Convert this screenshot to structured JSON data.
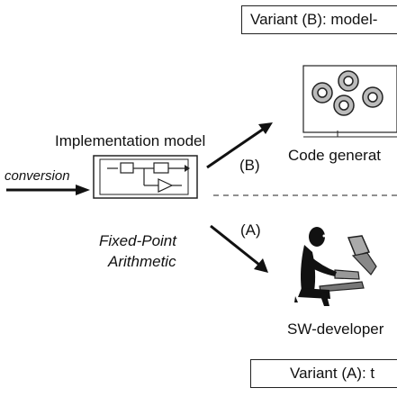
{
  "variant_b_label": "Variant (B): model-",
  "variant_a_label": "Variant (A): t",
  "implementation_model": "Implementation model",
  "conversion": "conversion",
  "fixed_point_line1": "Fixed-Point",
  "fixed_point_line2": "Arithmetic",
  "path_b": "(B)",
  "path_a": "(A)",
  "code_generation": "Code generat",
  "sw_developer": "SW-developer",
  "icons": {
    "gears": "gears-icon",
    "block_diagram": "block-diagram-icon",
    "developer": "developer-at-computer-icon"
  }
}
